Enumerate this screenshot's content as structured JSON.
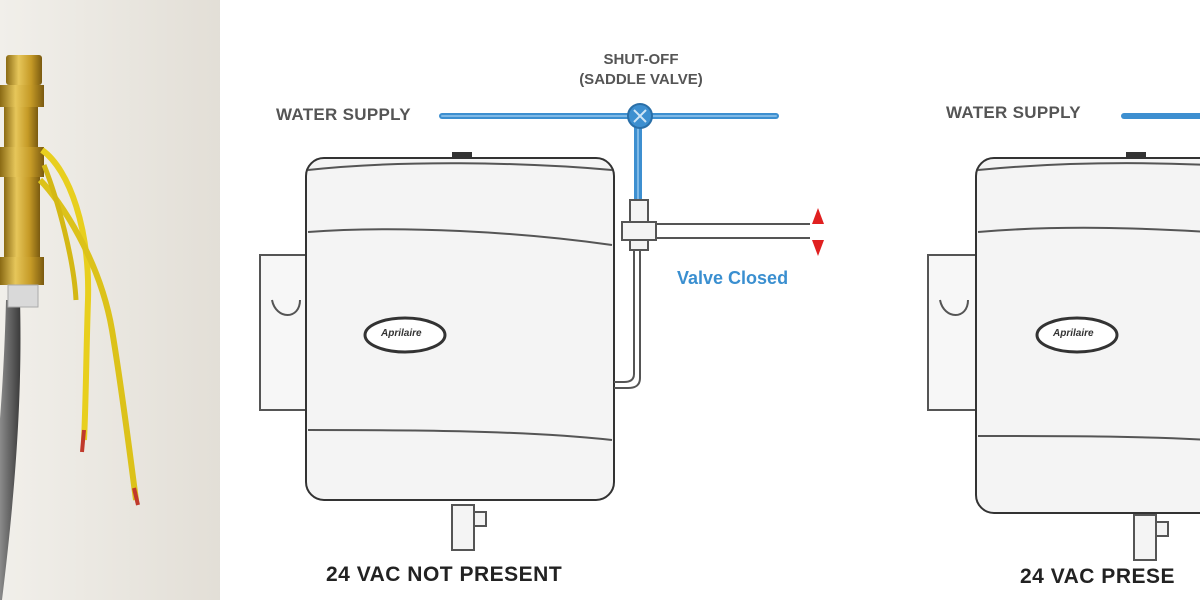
{
  "diagram_left": {
    "supply_label": "WATER SUPPLY",
    "shutoff_line1": "SHUT-OFF",
    "shutoff_line2": "(SADDLE VALVE)",
    "valve_status": "Valve Closed",
    "power_status": "24 VAC NOT PRESENT",
    "brand": "Aprilaire"
  },
  "diagram_right": {
    "supply_label": "WATER SUPPLY",
    "power_status": "24 VAC PRESE",
    "brand": "Aprilaire"
  },
  "colors": {
    "water_line": "#3d8fd0",
    "valve_label": "#3a8fd0",
    "wire": "#e8cf1e",
    "brass": "#c9a22a",
    "wall": "#ebe8e2",
    "hose": "#6b6b6b"
  }
}
